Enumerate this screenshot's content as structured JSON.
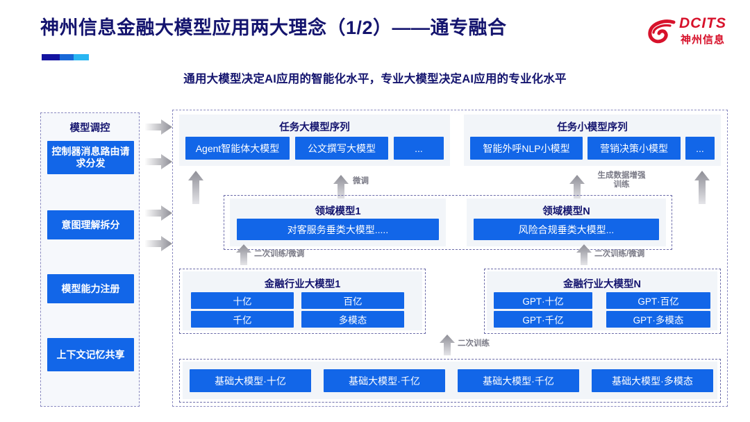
{
  "header": {
    "title": "神州信息金融大模型应用两大理念（1/2）——通专融合",
    "subtitle": "通用大模型决定AI应用的智能化水平，专业大模型决定AI应用的专业化水平",
    "logo_en": "DCITS",
    "logo_cn": "神州信息"
  },
  "colors": {
    "accent_blue": "#1266e8",
    "title_navy": "#14146e",
    "logo_red": "#d7122b",
    "panel_bg": "#f2f5f9",
    "dash_border": "#8a8ac0"
  },
  "left_panel": {
    "title": "模型调控",
    "items": [
      {
        "label": "控制器消息路由请求分发"
      },
      {
        "label": "意图理解拆分"
      },
      {
        "label": "模型能力注册"
      },
      {
        "label": "上下文记忆共享"
      }
    ]
  },
  "task_sequences": [
    {
      "title": "任务大模型序列",
      "items": [
        "Agent智能体大模型",
        "公文撰写大模型",
        "..."
      ]
    },
    {
      "title": "任务小模型序列",
      "items": [
        "智能外呼NLP小模型",
        "营销决策小模型",
        "..."
      ]
    }
  ],
  "domain_models": [
    {
      "title": "领域模型1",
      "item": "对客服务垂类大模型....."
    },
    {
      "title": "领域模型N",
      "item": "风险合规垂类大模型..."
    }
  ],
  "industry_models": [
    {
      "title": "金融行业大模型1",
      "items": [
        "十亿",
        "百亿",
        "千亿",
        "多模态"
      ]
    },
    {
      "title": "金融行业大模型N",
      "items": [
        "GPT·十亿",
        "GPT·百亿",
        "GPT·千亿",
        "GPT·多模态"
      ]
    }
  ],
  "foundation_models": {
    "items": [
      "基础大模型·十亿",
      "基础大模型·千亿",
      "基础大模型·千亿",
      "基础大模型·多模态"
    ]
  },
  "arrow_labels": {
    "finetune": "微调",
    "data_augment": "生成数据增强\n训练",
    "retrain_left": "二次训练/微调",
    "retrain_right": "二次训练/微调",
    "retrain_base": "二次训练"
  }
}
